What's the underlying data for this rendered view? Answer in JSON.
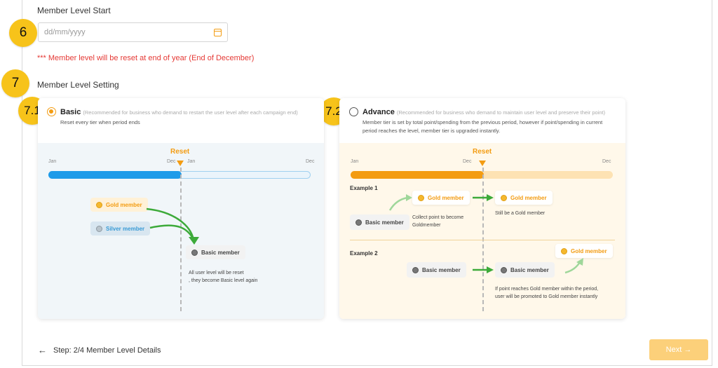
{
  "annotations": {
    "step6": "6",
    "step7": "7",
    "step71": "7.1",
    "step72": "7.2"
  },
  "member_level_start": {
    "label": "Member Level Start",
    "placeholder": "dd/mm/yyyy",
    "warning": "*** Member level will be reset at end of year (End of December)"
  },
  "member_level_setting": {
    "label": "Member Level Setting",
    "basic": {
      "title": "Basic",
      "hint": "(Recommended for business who demand to restart the user level after each campaign end)",
      "desc": "Reset every tier when period ends",
      "selected": true,
      "reset_label": "Reset",
      "ticks": {
        "jan1": "Jan",
        "dec": "Dec",
        "jan2": "Jan",
        "dec2": "Dec"
      },
      "chips": {
        "gold": "Gold member",
        "silver": "Silver member",
        "basic": "Basic member"
      },
      "note_line1": "All user level will be reset",
      "note_line2": ", they become Basic level again"
    },
    "advance": {
      "title": "Advance",
      "hint": "(Recommended for business who demand to maintain user level and preserve their point)",
      "desc_line1": "Member tier is set by total point/spending from the previous period, however if point/spending in current",
      "desc_line2": "period reaches the level, member tier is upgraded instantly.",
      "selected": false,
      "reset_label": "Reset",
      "ticks": {
        "jan1": "Jan",
        "dec": "Dec",
        "dec2": "Dec"
      },
      "example1": {
        "label": "Example 1",
        "basic": "Basic member",
        "gold_collect": "Gold member",
        "gold_after": "Gold member",
        "note_collect_1": "Collect point to become",
        "note_collect_2": "Goldmember",
        "note_after": "Still be a Gold member"
      },
      "example2": {
        "label": "Example 2",
        "basic_before": "Basic member",
        "basic_after": "Basic member",
        "gold": "Gold member",
        "note_1": "If point reaches Gold member within the period,",
        "note_2": "user will be promoted to Gold member instantly"
      }
    }
  },
  "footer": {
    "step_text": "Step: 2/4 Member Level Details",
    "next_label": "Next →"
  },
  "colors": {
    "accent": "#f39c12",
    "badge": "#f7c31a",
    "warning": "#e53935",
    "blue": "#1e9be9",
    "green": "#3daa3a"
  }
}
